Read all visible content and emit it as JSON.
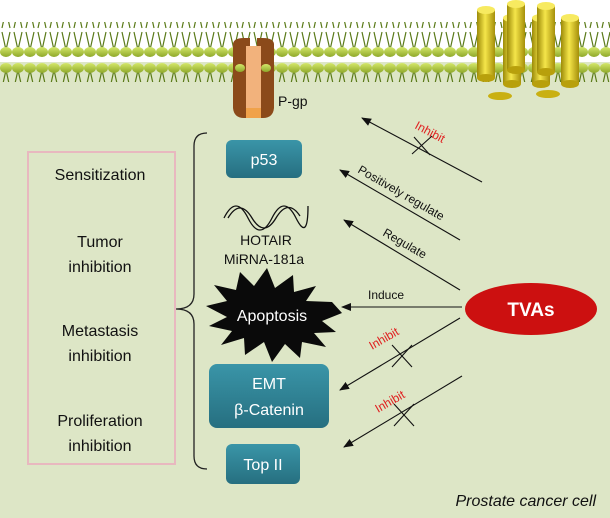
{
  "colors": {
    "cell_background": "#dde6c6",
    "membrane_head": "#b5cc3c",
    "membrane_line": "#4a6b12",
    "pgp_body": "#8b4a1a",
    "pgp_core": "#f2b27c",
    "channel": "#e8d21c",
    "target_box": "#2f8294",
    "outcome_box_border": "#e8b8bf",
    "tvas_fill": "#cc1010",
    "inhibit_text": "#e02020"
  },
  "membrane_protein": "P-gp",
  "outcomes": [
    "Sensitization",
    "Tumor",
    "inhibition",
    "Metastasis",
    "inhibition",
    "Proliferation",
    "inhibition"
  ],
  "targets": {
    "p53": "p53",
    "hotair": "HOTAIR",
    "mirna": "MiRNA-181a",
    "apoptosis": "Apoptosis",
    "emt": "EMT",
    "catenin": "β-Catenin",
    "top2": "Top II"
  },
  "drug": "TVAs",
  "arrow_labels": {
    "pgp": "Inhibit",
    "p53": "Positively regulate",
    "rna": "Regulate",
    "apoptosis": "Induce",
    "emt": "Inhibit",
    "top2": "Inhibit"
  },
  "cell_label": "Prostate cancer cell"
}
